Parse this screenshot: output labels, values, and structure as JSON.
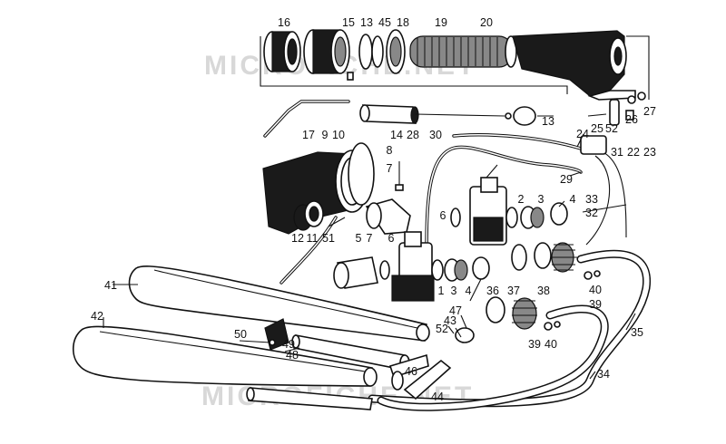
{
  "watermarks": [
    "MICROFICHE.NET",
    "MICROFICHE.NET"
  ],
  "callouts": [
    {
      "id": "16",
      "text": "16"
    },
    {
      "id": "15",
      "text": "15"
    },
    {
      "id": "13a",
      "text": "13"
    },
    {
      "id": "45",
      "text": "45"
    },
    {
      "id": "18",
      "text": "18"
    },
    {
      "id": "19",
      "text": "19"
    },
    {
      "id": "20",
      "text": "20"
    },
    {
      "id": "13b",
      "text": "13"
    },
    {
      "id": "25",
      "text": "25"
    },
    {
      "id": "52a",
      "text": "52"
    },
    {
      "id": "26",
      "text": "26"
    },
    {
      "id": "27",
      "text": "27"
    },
    {
      "id": "17",
      "text": "17"
    },
    {
      "id": "9",
      "text": "9"
    },
    {
      "id": "10",
      "text": "10"
    },
    {
      "id": "14",
      "text": "14"
    },
    {
      "id": "28",
      "text": "28"
    },
    {
      "id": "30",
      "text": "30"
    },
    {
      "id": "24",
      "text": "24"
    },
    {
      "id": "31",
      "text": "31"
    },
    {
      "id": "22",
      "text": "22"
    },
    {
      "id": "23",
      "text": "23"
    },
    {
      "id": "8",
      "text": "8"
    },
    {
      "id": "7a",
      "text": "7"
    },
    {
      "id": "29",
      "text": "29"
    },
    {
      "id": "2",
      "text": "2"
    },
    {
      "id": "3a",
      "text": "3"
    },
    {
      "id": "4a",
      "text": "4"
    },
    {
      "id": "33",
      "text": "33"
    },
    {
      "id": "32",
      "text": "32"
    },
    {
      "id": "6a",
      "text": "6"
    },
    {
      "id": "12",
      "text": "12"
    },
    {
      "id": "11",
      "text": "11"
    },
    {
      "id": "51",
      "text": "51"
    },
    {
      "id": "5",
      "text": "5"
    },
    {
      "id": "7b",
      "text": "7"
    },
    {
      "id": "6b",
      "text": "6"
    },
    {
      "id": "41",
      "text": "41"
    },
    {
      "id": "1",
      "text": "1"
    },
    {
      "id": "3b",
      "text": "3"
    },
    {
      "id": "4b",
      "text": "4"
    },
    {
      "id": "36",
      "text": "36"
    },
    {
      "id": "37",
      "text": "37"
    },
    {
      "id": "38",
      "text": "38"
    },
    {
      "id": "40a",
      "text": "40"
    },
    {
      "id": "39a",
      "text": "39"
    },
    {
      "id": "42",
      "text": "42"
    },
    {
      "id": "47",
      "text": "47"
    },
    {
      "id": "43",
      "text": "43"
    },
    {
      "id": "52b",
      "text": "52"
    },
    {
      "id": "50",
      "text": "50"
    },
    {
      "id": "49",
      "text": "49"
    },
    {
      "id": "48",
      "text": "48"
    },
    {
      "id": "39b",
      "text": "39"
    },
    {
      "id": "40b",
      "text": "40"
    },
    {
      "id": "35",
      "text": "35"
    },
    {
      "id": "46",
      "text": "46"
    },
    {
      "id": "34",
      "text": "34"
    },
    {
      "id": "44",
      "text": "44"
    }
  ]
}
